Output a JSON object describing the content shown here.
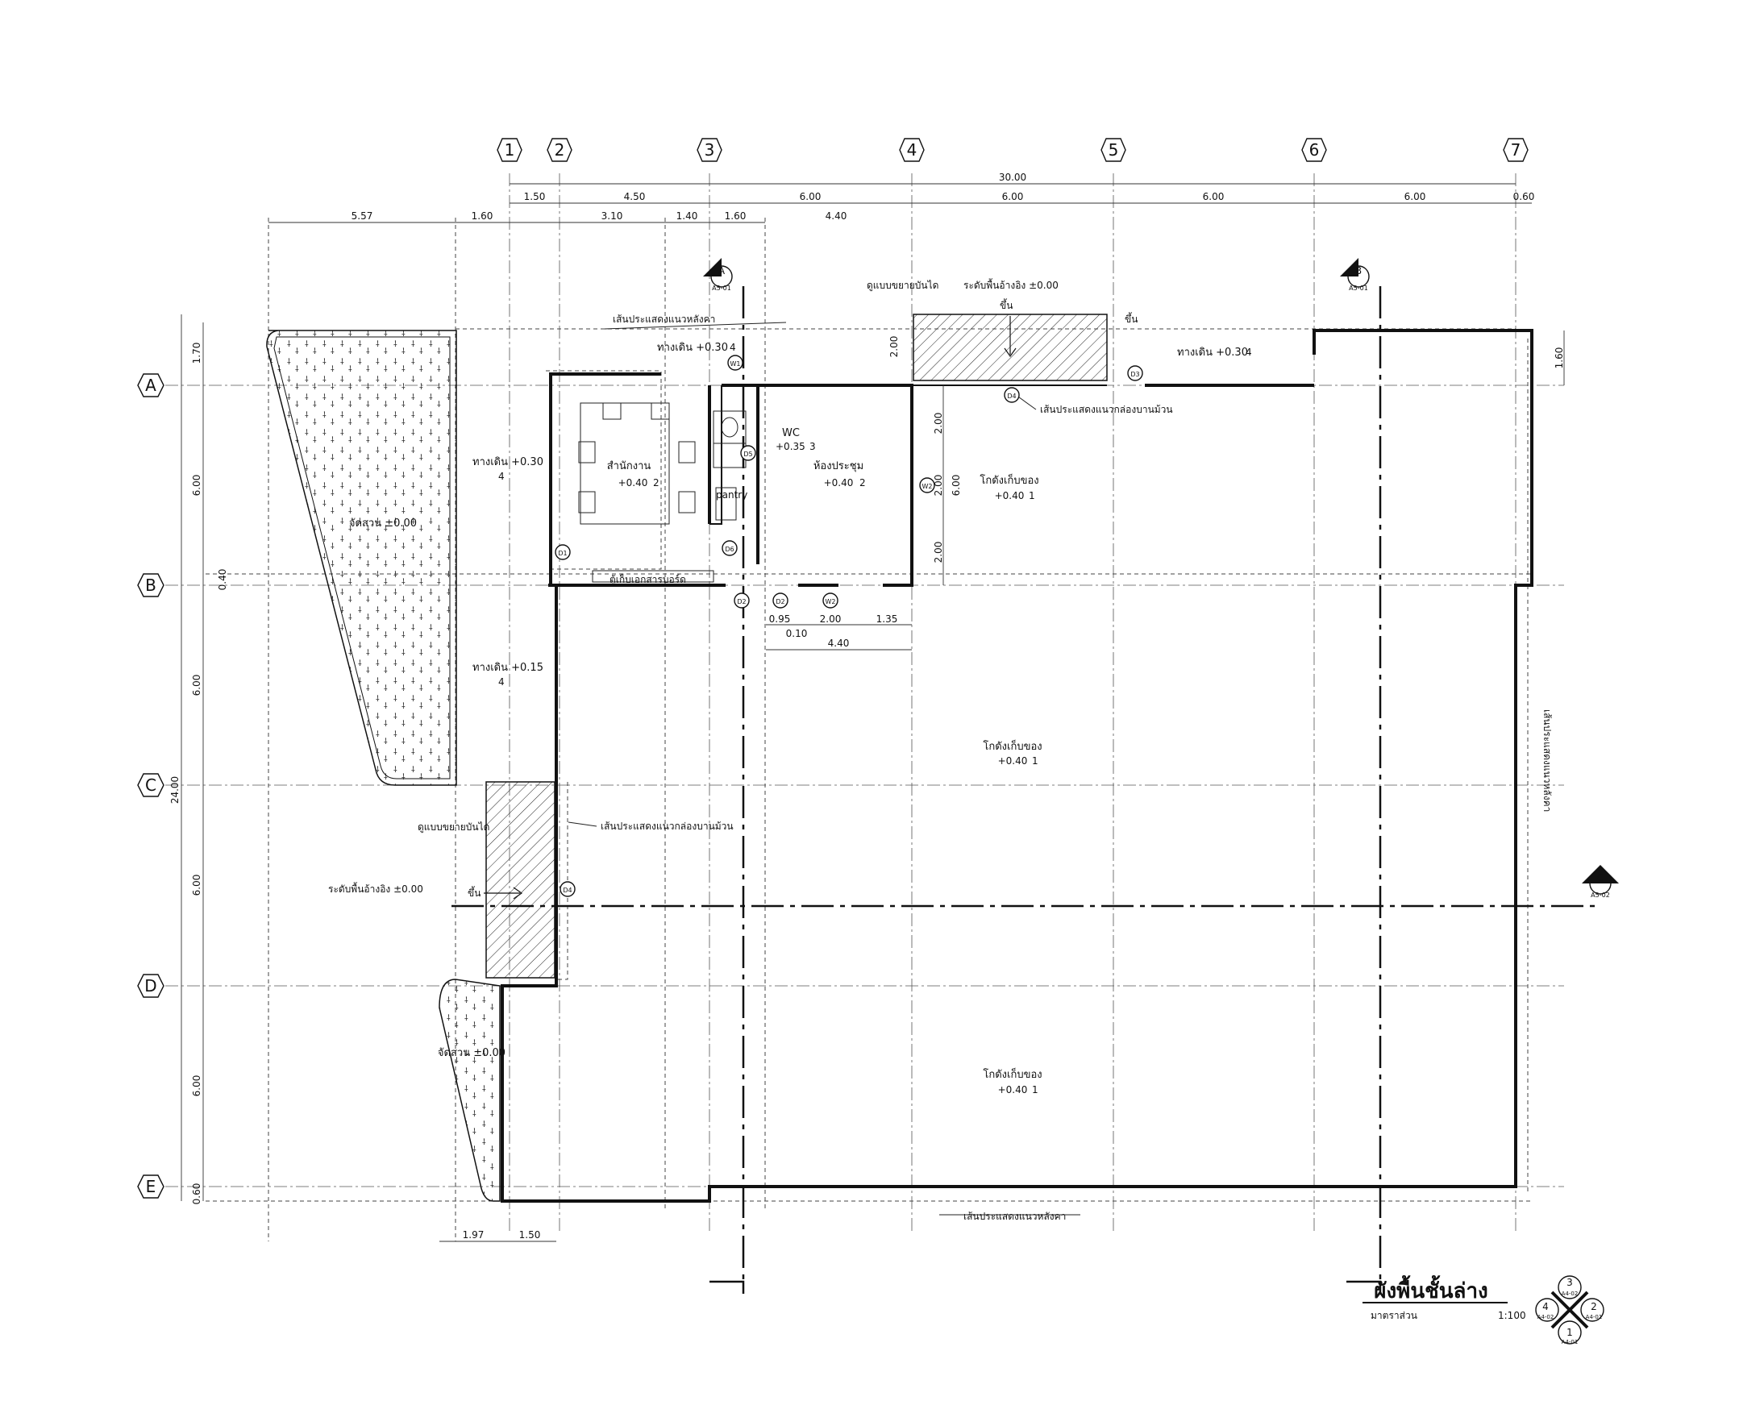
{
  "grid": {
    "columns": [
      "1",
      "2",
      "3",
      "4",
      "5",
      "6",
      "7"
    ],
    "rows": [
      "A",
      "B",
      "C",
      "D",
      "E"
    ]
  },
  "dims": {
    "total_top": "30.00",
    "top_row1": [
      "1.50",
      "4.50",
      "6.00",
      "6.00",
      "6.00",
      "6.00",
      "0.60"
    ],
    "top_row2": [
      "5.57",
      "1.60",
      "3.10",
      "1.40",
      "1.60",
      "4.40"
    ],
    "left_total": "24.00",
    "left": [
      "1.70",
      "6.00",
      "0.40",
      "6.00",
      "6.00",
      "6.00",
      "0.60"
    ],
    "office_bottom": [
      "0.95",
      "2.00",
      "1.35"
    ],
    "office_bottom2": [
      "0.10",
      "4.40"
    ],
    "meeting_right": [
      "2.00",
      "2.00",
      "2.00"
    ],
    "meeting_right_total": "6.00",
    "right_top": "1.60",
    "stair_top": "2.00",
    "garden_bottom": [
      "1.97",
      "1.50"
    ]
  },
  "rooms": {
    "office": {
      "name": "สำนักงาน",
      "level": "+0.40",
      "tag": "2"
    },
    "meeting": {
      "name": "ห้องประชุม",
      "level": "+0.40",
      "tag": "2"
    },
    "wc": {
      "name": "WC",
      "level": "+0.35",
      "tag": "3"
    },
    "pantry": {
      "name": "pantry"
    },
    "store1": {
      "name": "โกดังเก็บของ",
      "level": "+0.40",
      "tag": "1"
    },
    "store2": {
      "name": "โกดังเก็บของ",
      "level": "+0.40",
      "tag": "1"
    },
    "store3": {
      "name": "โกดังเก็บของ",
      "level": "+0.40",
      "tag": "1"
    },
    "garden1": {
      "name": "จัดสวน ±0.00"
    },
    "garden2": {
      "name": "จัดสวน ±0.00"
    },
    "walk_top": {
      "name": "ทางเดิน +0.30",
      "tag": "4"
    },
    "walk_left1": {
      "name": "ทางเดิน +0.30",
      "tag": "4"
    },
    "walk_left2": {
      "name": "ทางเดิน +0.15",
      "tag": "4"
    },
    "walk_right": {
      "name": "ทางเดิน +0.30",
      "tag": "4"
    },
    "doc_cabinet": {
      "name": "ตู้เก็บเอกสารบอร์ด"
    }
  },
  "notes": {
    "roof_line_top": "เส้นประแสดงแนวหลังคา",
    "roof_line_bottom": "เส้นประแสดงแนวหลังคา",
    "roof_line_right": "เส้นประแสดงแนวหลังคา",
    "shutter_line_top": "เส้นประแสดงแนวกล่องบานม้วน",
    "shutter_line_left": "เส้นประแสดงแนวกล่องบานม้วน",
    "ramp_ref_top": "ดูแบบขยายบันได",
    "ramp_ref_left": "ดูแบบขยายบันได",
    "ground_level_top": "ระดับพื้นอ้างอิง ±0.00",
    "ground_level_left": "ระดับพื้นอ้างอิง ±0.00",
    "up_top": "ขึ้น",
    "up_top2": "ขึ้น",
    "up_left": "ขึ้น"
  },
  "sections": {
    "a": {
      "letter": "A",
      "sheet": "A5-01"
    },
    "b": {
      "letter": "B",
      "sheet": "A5-01"
    },
    "c": {
      "letter": "C",
      "sheet": "A5-02"
    }
  },
  "tags": {
    "doors": [
      "D1",
      "D2",
      "D2",
      "D3",
      "D4",
      "D4",
      "D5",
      "D6"
    ],
    "windows": [
      "W1",
      "W2",
      "W2"
    ]
  },
  "title_block": {
    "title": "ผังพื้นชั้นล่าง",
    "subtitle": "มาตราส่วน",
    "scale": "1:100",
    "elevation_key": [
      "3",
      "2",
      "1",
      "4"
    ],
    "elevation_sheets": [
      "A4-02",
      "A4-01",
      "A4-01",
      "A4-02"
    ]
  }
}
